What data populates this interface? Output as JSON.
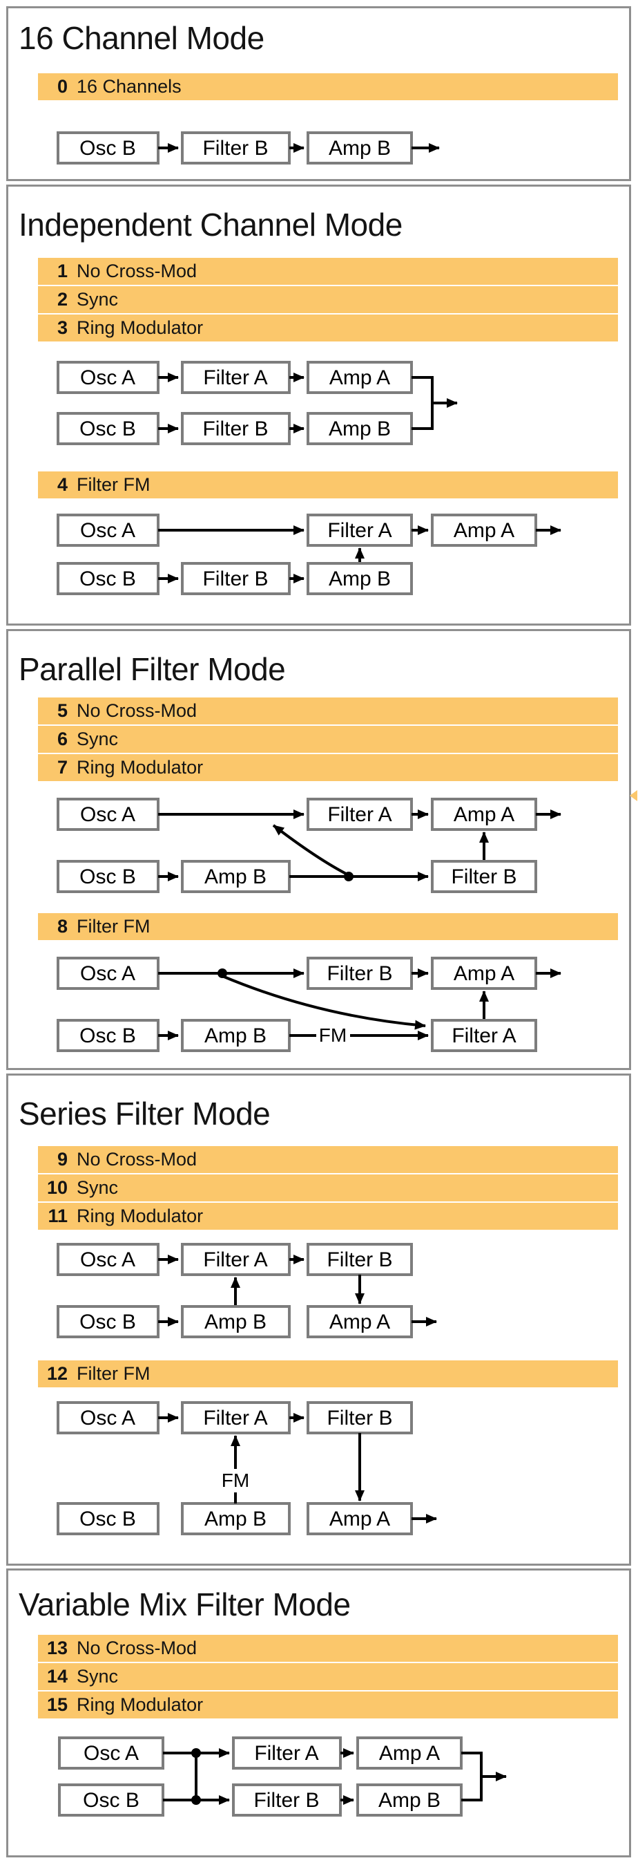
{
  "colors": {
    "highlight_orange": "#FBC76B",
    "section_border": "#8F8F8F",
    "box_border": "#7D7D7D",
    "arrow_black": "#000000"
  },
  "sections": [
    {
      "title": "16 Channel Mode",
      "rows": [
        {
          "num": "0",
          "label": "16 Channels"
        }
      ],
      "diagrams": [
        {
          "boxes": {
            "b1": "Osc B",
            "b2": "Filter B",
            "b3": "Amp B"
          }
        }
      ]
    },
    {
      "title": "Independent Channel Mode",
      "rows": [
        {
          "num": "1",
          "label": "No Cross-Mod"
        },
        {
          "num": "2",
          "label": "Sync"
        },
        {
          "num": "3",
          "label": "Ring Modulator"
        },
        {
          "num": "4",
          "label": "Filter FM"
        }
      ],
      "diagrams": [
        {
          "boxes": {
            "a1": "Osc A",
            "a2": "Filter A",
            "a3": "Amp A",
            "b1": "Osc B",
            "b2": "Filter B",
            "b3": "Amp B"
          }
        },
        {
          "boxes": {
            "a1": "Osc A",
            "a2": "Filter A",
            "a3": "Amp A",
            "b1": "Osc B",
            "b2": "Filter B",
            "b3": "Amp B"
          }
        }
      ]
    },
    {
      "title": "Parallel Filter Mode",
      "rows": [
        {
          "num": "5",
          "label": "No Cross-Mod"
        },
        {
          "num": "6",
          "label": "Sync"
        },
        {
          "num": "7",
          "label": "Ring Modulator"
        },
        {
          "num": "8",
          "label": "Filter FM"
        }
      ],
      "diagrams": [
        {
          "boxes": {
            "a1": "Osc A",
            "a2": "Filter A",
            "a3": "Amp A",
            "b1": "Osc B",
            "b2": "Amp B",
            "b3": "Filter B"
          }
        },
        {
          "boxes": {
            "a1": "Osc A",
            "a2": "Filter B",
            "a3": "Amp A",
            "b1": "Osc B",
            "b2": "Amp B",
            "b3": "Filter A"
          },
          "fm_label": "FM"
        }
      ]
    },
    {
      "title": "Series Filter Mode",
      "rows": [
        {
          "num": "9",
          "label": "No Cross-Mod"
        },
        {
          "num": "10",
          "label": "Sync"
        },
        {
          "num": "11",
          "label": "Ring Modulator"
        },
        {
          "num": "12",
          "label": "Filter FM"
        }
      ],
      "diagrams": [
        {
          "boxes": {
            "a1": "Osc A",
            "a2": "Filter A",
            "a3": "Filter B",
            "b1": "Osc B",
            "b2": "Amp B",
            "b3": "Amp A"
          }
        },
        {
          "boxes": {
            "a1": "Osc A",
            "a2": "Filter A",
            "a3": "Filter B",
            "b1": "Osc B",
            "b2": "Amp B",
            "b3": "Amp A"
          },
          "fm_label": "FM"
        }
      ]
    },
    {
      "title": "Variable Mix Filter Mode",
      "rows": [
        {
          "num": "13",
          "label": "No Cross-Mod"
        },
        {
          "num": "14",
          "label": "Sync"
        },
        {
          "num": "15",
          "label": "Ring Modulator"
        }
      ],
      "diagrams": [
        {
          "boxes": {
            "a1": "Osc A",
            "a2": "Filter A",
            "a3": "Amp A",
            "b1": "Osc B",
            "b2": "Filter B",
            "b3": "Amp B"
          }
        }
      ]
    }
  ]
}
